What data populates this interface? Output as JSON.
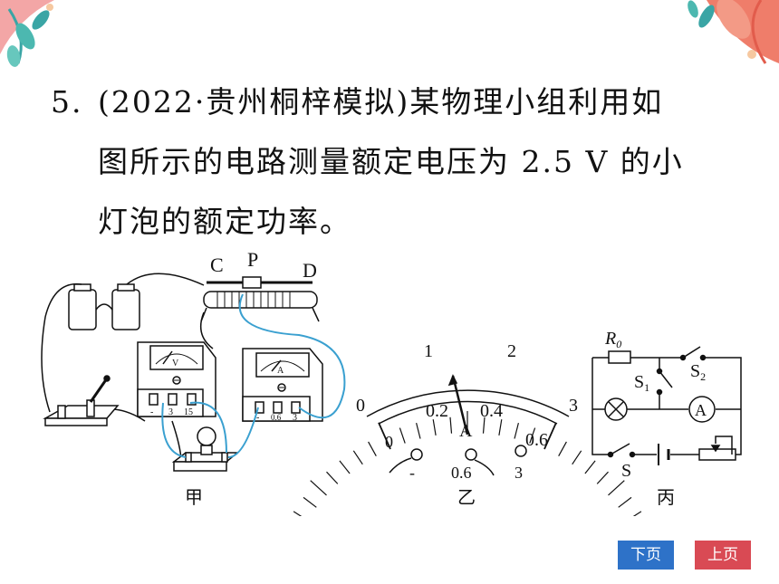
{
  "question": {
    "number": "5.",
    "line1": "(2022·贵州桐梓模拟)某物理小组利用如",
    "line2": "图所示的电路测量额定电压为 2.5 V 的小",
    "line3": "灯泡的额定功率。"
  },
  "figure_jia": {
    "caption": "甲",
    "label_c": "C",
    "label_p": "P",
    "label_d": "D",
    "voltmeter_symbol": "V",
    "voltmeter_terminals": [
      "-",
      "3",
      "15"
    ],
    "ammeter_symbol": "A",
    "ammeter_terminals": [
      "-",
      "0.6",
      "3"
    ]
  },
  "figure_yi": {
    "caption": "乙",
    "outer_scale": [
      "0",
      "1",
      "2",
      "3"
    ],
    "inner_scale": [
      "0.2",
      "0.4",
      "0.6"
    ],
    "symbol": "A",
    "terminals": [
      "0",
      "0.6",
      "3"
    ],
    "minus": "-"
  },
  "figure_bing": {
    "caption": "丙",
    "r0_main": "R",
    "r0_sub": "0",
    "s1_main": "S",
    "s1_sub": "1",
    "s2_main": "S",
    "s2_sub": "2",
    "s": "S",
    "ammeter": "A"
  },
  "nav": {
    "next": "下页",
    "prev": "上页"
  },
  "colors": {
    "next_button": "#2e72c8",
    "prev_button": "#d94a54",
    "wire_blue": "#3aa0d0"
  }
}
